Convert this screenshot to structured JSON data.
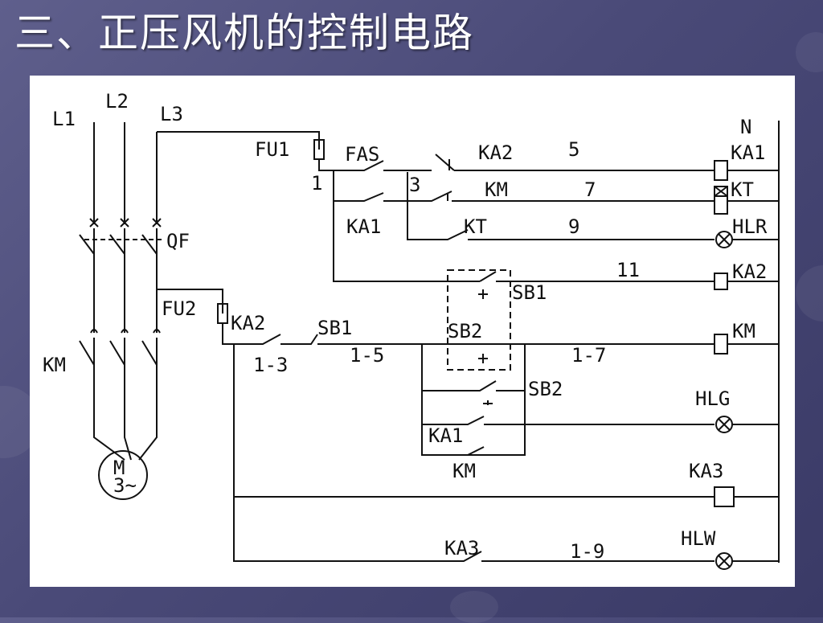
{
  "slide": {
    "title": "三、正压风机的控制电路",
    "background": "#4a4a78",
    "panel_color": "#ffffff"
  },
  "diagram": {
    "phases": [
      "L1",
      "L2",
      "L3"
    ],
    "neutral": "N",
    "breaker": "QF",
    "fuse1": "FU1",
    "fuse2": "FU2",
    "contactor_main": "KM",
    "motor_line1": "M",
    "motor_line2": "3~",
    "contacts": {
      "fas": "FAS",
      "ka2_top": "KA2",
      "km_top": "KM",
      "ka1_top": "KA1",
      "kt_top": "KT",
      "ka2_ctrl": "KA2",
      "sb1_ctrl": "SB1",
      "sb1_box": "SB1",
      "sb2_box": "SB2",
      "sb2_lower": "SB2",
      "ka1_lower": "KA1",
      "km_lower": "KM",
      "ka3_bottom": "KA3"
    },
    "nodes": {
      "n1": "1",
      "n3": "3",
      "n5": "5",
      "n7": "7",
      "n9": "9",
      "n11": "11",
      "n1_3": "1-3",
      "n1_5": "1-5",
      "n1_7": "1-7",
      "n1_9": "1-9"
    },
    "loads": {
      "coil_ka1": "KA1",
      "coil_kt": "KT",
      "lamp_hlr": "HLR",
      "coil_ka2": "KA2",
      "coil_km": "KM",
      "lamp_hlg": "HLG",
      "coil_ka3": "KA3",
      "lamp_hlw": "HLW"
    }
  }
}
